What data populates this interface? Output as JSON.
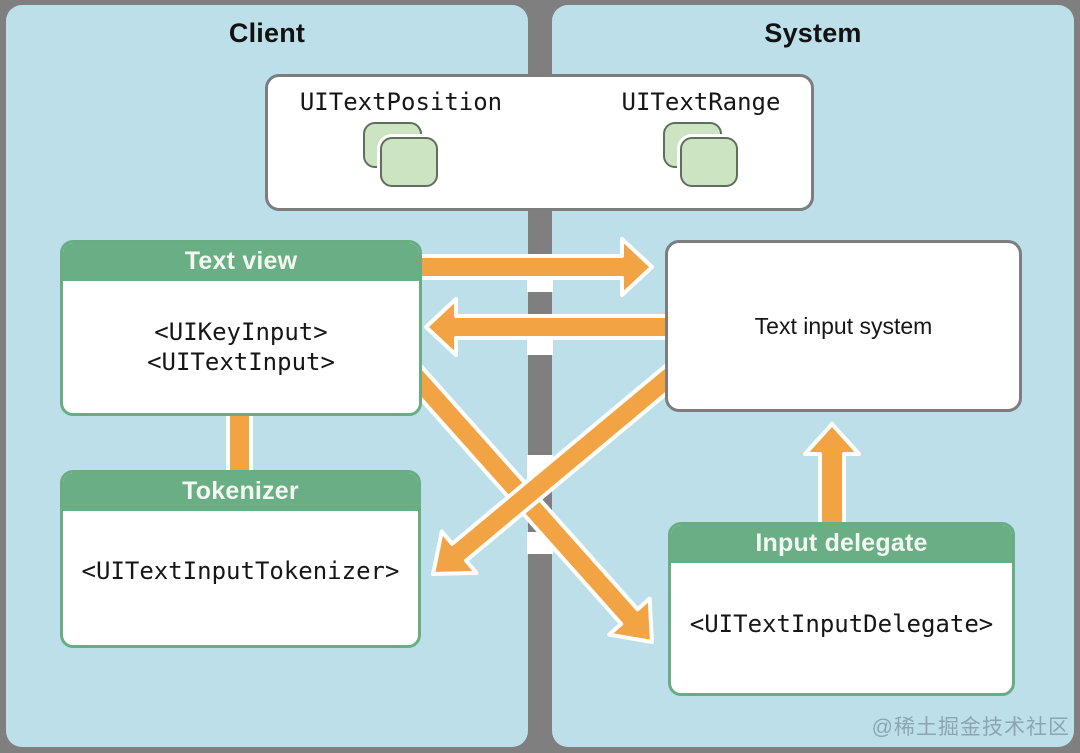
{
  "panels": {
    "client": {
      "label": "Client"
    },
    "system": {
      "label": "System"
    }
  },
  "classes_box": {
    "items": [
      {
        "label": "UITextPosition",
        "icon": "stacked-objects-icon"
      },
      {
        "label": "UITextRange",
        "icon": "stacked-objects-icon"
      }
    ]
  },
  "boxes": {
    "text_view": {
      "title": "Text view",
      "protocols": [
        "<UIKeyInput>",
        "<UITextInput>"
      ]
    },
    "text_input_system": {
      "label": "Text input system"
    },
    "tokenizer": {
      "title": "Tokenizer",
      "protocols": [
        "<UITextInputTokenizer>"
      ]
    },
    "input_delegate": {
      "title": "Input delegate",
      "protocols": [
        "<UITextInputDelegate>"
      ]
    }
  },
  "arrows": [
    {
      "from": "text-view",
      "to": "text-input-system",
      "style": "right"
    },
    {
      "from": "text-input-system",
      "to": "text-view",
      "style": "left"
    },
    {
      "from": "text-view",
      "to": "input-delegate",
      "style": "diagonal"
    },
    {
      "from": "text-input-system",
      "to": "tokenizer",
      "style": "diagonal"
    },
    {
      "from": "text-view",
      "to": "tokenizer",
      "style": "connector"
    },
    {
      "from": "input-delegate",
      "to": "text-input-system",
      "style": "up"
    }
  ],
  "watermark": "@稀土掘金技术社区",
  "colors": {
    "arrow_orange": "#F2A444",
    "panel_blue": "#BDDFEA",
    "header_green": "#6AAE85",
    "icon_green": "#CDE4C3",
    "divider_gray": "#7F7F7F"
  }
}
